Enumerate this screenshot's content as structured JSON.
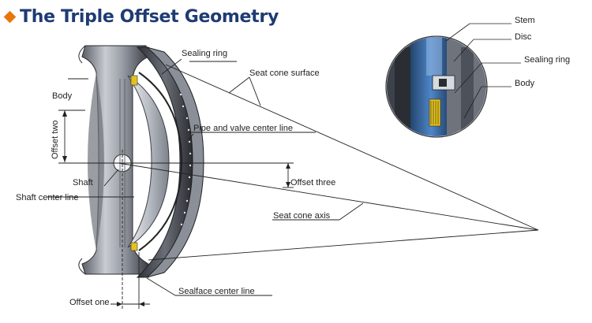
{
  "header": {
    "title": "The Triple Offset Geometry"
  },
  "labels": {
    "body": "Body",
    "offset_two": "Offset two",
    "shaft": "Shaft",
    "shaft_center_line": "Shaft center line",
    "offset_one": "Offset one",
    "sealing_ring": "Sealing  ring",
    "seat_cone_surface": "Seat cone surface",
    "pipe_valve_center_line": "Pipe and valve center line",
    "offset_three": "Offset three",
    "seat_cone_axis": "Seat cone axis",
    "sealface_center_line": "Sealface  center line"
  },
  "inset": {
    "stem": "Stem",
    "disc": "Disc",
    "sealing_ring": "Sealing ring",
    "body": "Body"
  },
  "colors": {
    "title": "#1f3b73",
    "accent": "#e8760a",
    "metal_dark": "#3a3d45",
    "metal_mid": "#8a8f98",
    "metal_light": "#d5d8dd",
    "seal_yellow": "#e4c21a",
    "inset_blue": "#3a6fb0"
  }
}
